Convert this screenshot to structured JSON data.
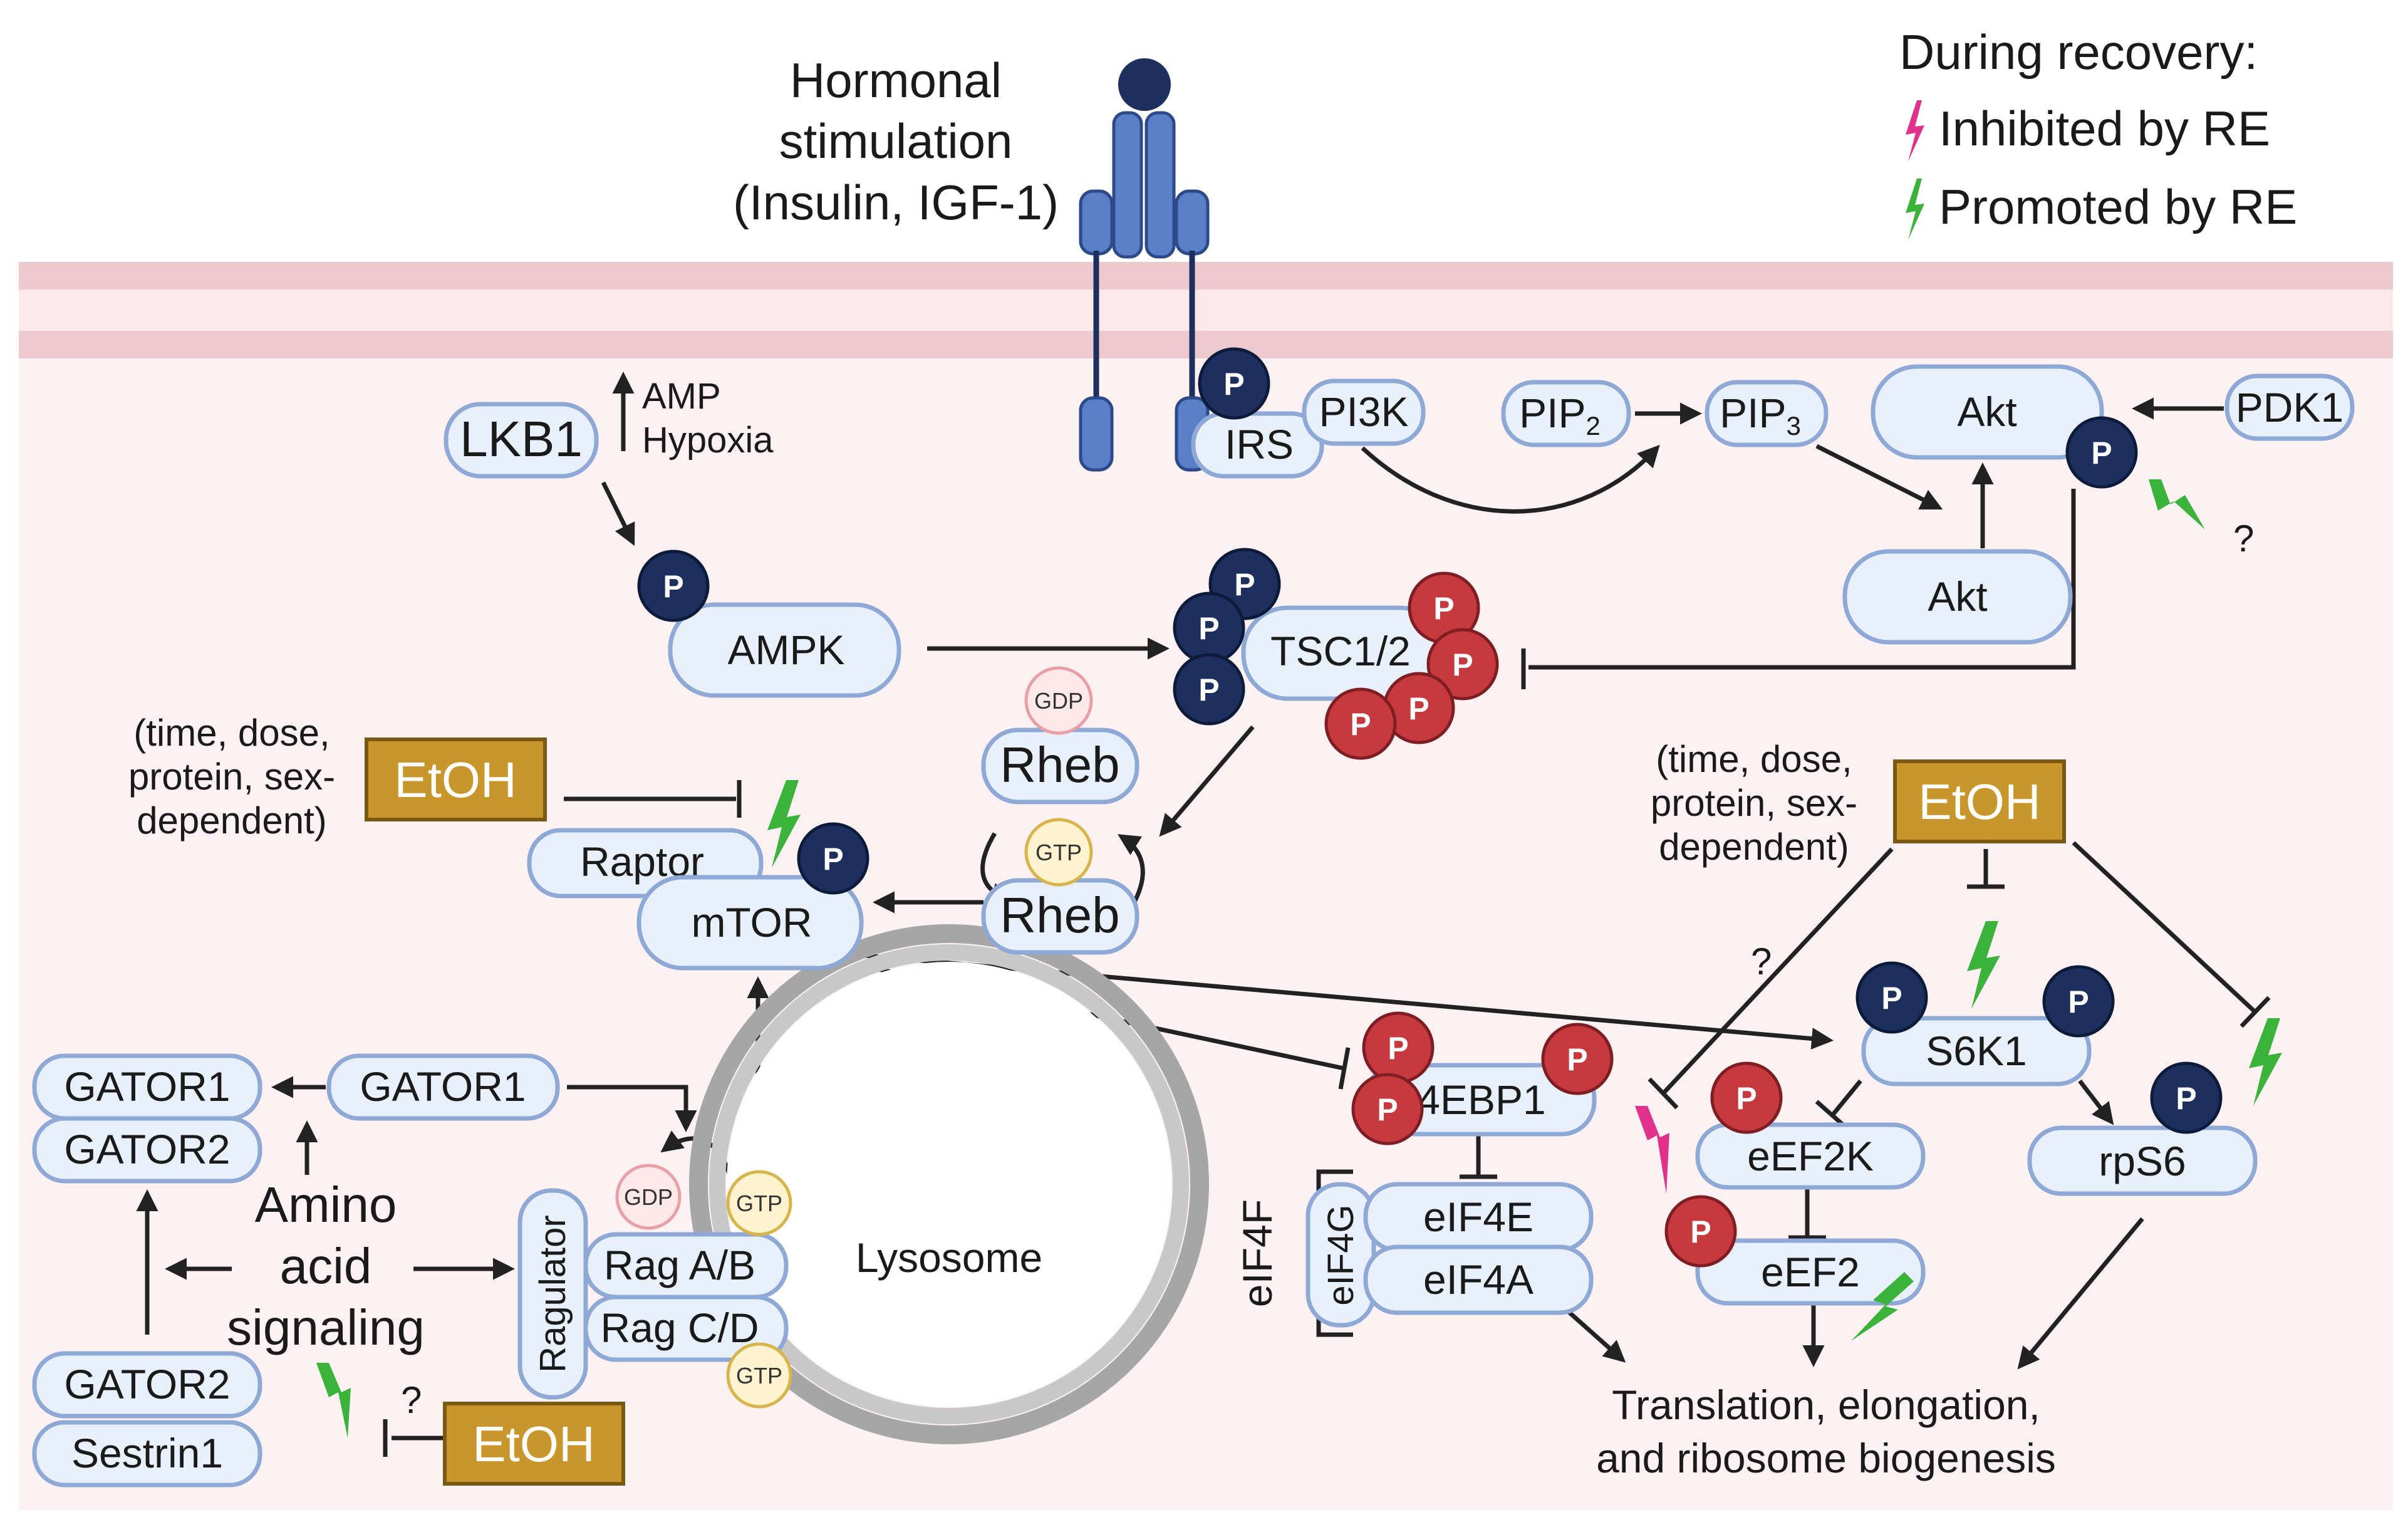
{
  "colors": {
    "membrane_band": "#ecc9cc",
    "membrane_gap": "#fbe8ea",
    "cytoplasm": "#fdf1f3",
    "protein_fill": "#e8f0fb",
    "protein_stroke": "#8ea9d6",
    "phospho_blue": "#1d2f5e",
    "phospho_red": "#c63a3f",
    "etoh_fill": "#c9962c",
    "inhibit_bolt": "#e0328a",
    "promote_bolt": "#3bb33b",
    "receptor": "#5b7fc7"
  },
  "legend": {
    "title": "During recovery:",
    "inhibited": "Inhibited by RE",
    "promoted": "Promoted by RE"
  },
  "hormone": {
    "line1": "Hormonal",
    "line2": "stimulation",
    "line3": "(Insulin, IGF-1)"
  },
  "phospho_label": "P",
  "proteins": {
    "lkb1": "LKB1",
    "amp": "AMP",
    "hypoxia": "Hypoxia",
    "ampk": "AMPK",
    "irs": "IRS",
    "pi3k": "PI3K",
    "pip2_base": "PIP",
    "pip2_sub": "2",
    "pip3_base": "PIP",
    "pip3_sub": "3",
    "akt_top": "Akt",
    "akt_bottom": "Akt",
    "pdk1": "PDK1",
    "tsc": "TSC1/2",
    "rheb_top": "Rheb",
    "rheb_bottom": "Rheb",
    "gdp": "GDP",
    "gtp": "GTP",
    "raptor": "Raptor",
    "mtor": "mTOR",
    "gator1_left": "GATOR1",
    "gator2_left": "GATOR2",
    "gator1_mid": "GATOR1",
    "gator2_bottom": "GATOR2",
    "sestrin1": "Sestrin1",
    "ragulator": "Ragulator",
    "rag_ab": "Rag A/B",
    "rag_cd": "Rag C/D",
    "lysosome": "Lysosome",
    "ebp1": "4EBP1",
    "eif4f": "eIF4F",
    "eif4g": "eIF4G",
    "eif4e": "eIF4E",
    "eif4a": "eIF4A",
    "s6k1": "S6K1",
    "eef2k": "eEF2K",
    "eef2": "eEF2",
    "rps6": "rpS6"
  },
  "amino_acid": {
    "line1": "Amino",
    "line2": "acid",
    "line3": "signaling"
  },
  "etoh_label": "EtOH",
  "etoh_note_left": {
    "line1": "(time, dose,",
    "line2": "protein, sex-",
    "line3": "dependent)"
  },
  "etoh_note_right": {
    "line1": "(time, dose,",
    "line2": "protein, sex-",
    "line3": "dependent)"
  },
  "question_mark": "?",
  "output": {
    "line1": "Translation, elongation,",
    "line2": "and ribosome biogenesis"
  }
}
